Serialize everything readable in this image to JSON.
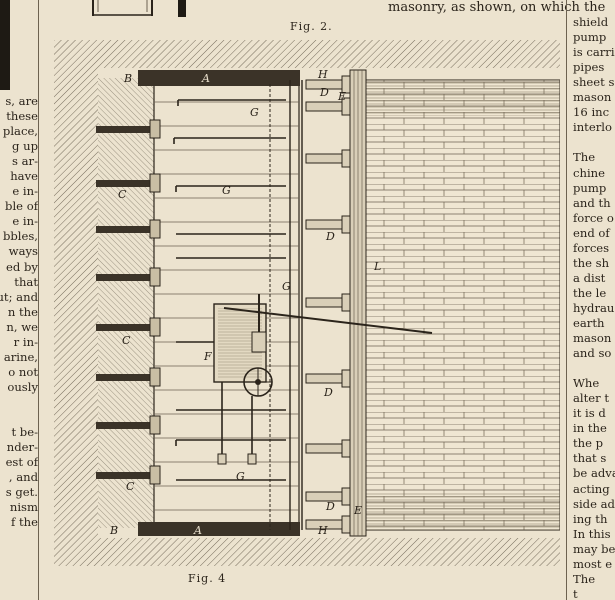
{
  "top_line": "masonry, as shown, on which the",
  "fig_top_caption": "Fig. 2.",
  "fig_bottom_caption": "Fig. 4",
  "left_column_lines": [
    "s, are",
    "these",
    "place,",
    "g up",
    "s ar-",
    "have",
    "e in-",
    "ble of",
    "e in-",
    "bbles,",
    "ways",
    "ed by",
    "that",
    "ut; and",
    "n the",
    "n, we",
    "r in-",
    "arine,",
    "o not",
    "ously",
    "",
    "",
    "t be-",
    "nder-",
    "est of",
    ", and",
    "s get.",
    "nism",
    "f the"
  ],
  "right_column_lines": [
    "",
    "shield",
    "pump",
    "is carri",
    "pipes",
    "sheet s",
    "mason",
    "16 inc",
    "interlo",
    "",
    "The",
    "chine",
    "pump",
    "and th",
    "force o",
    "end of",
    "forces",
    "the sh",
    "a dist",
    "the le",
    "hydrau",
    "earth",
    "mason",
    "and so",
    "",
    "Whe",
    "alter t",
    "it is d",
    "in the",
    "the p",
    "that s",
    "be adva",
    "acting",
    "side ad",
    "ing th",
    "In this",
    "may be",
    "most e",
    "The",
    "t"
  ],
  "figure_labels": {
    "A_top": "A",
    "A_bottom": "A",
    "B_top": "B",
    "B_bottom": "B",
    "C1": "C",
    "C2": "C",
    "C3": "C",
    "D1": "D",
    "D2": "D",
    "D3": "D",
    "D4": "D",
    "E_top": "E",
    "E_bottom": "E",
    "F": "F",
    "G1": "G",
    "G2": "G",
    "G3": "G",
    "G4": "G",
    "H_top": "H",
    "H_bottom": "H",
    "L": "L"
  }
}
